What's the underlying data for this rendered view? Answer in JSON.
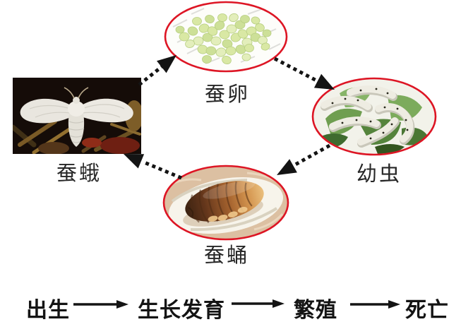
{
  "diagram": {
    "stages": [
      {
        "id": "eggs",
        "label": "蚕卵"
      },
      {
        "id": "larva",
        "label": "幼虫"
      },
      {
        "id": "pupa",
        "label": "蚕蛹"
      },
      {
        "id": "moth",
        "label": "蚕蛾"
      }
    ],
    "cycle_order": [
      "蚕蛾",
      "蚕卵",
      "幼虫",
      "蚕蛹"
    ]
  },
  "flow": {
    "steps": [
      {
        "label": "出生"
      },
      {
        "label": "生长发育"
      },
      {
        "label": "繁殖"
      },
      {
        "label": "死亡"
      }
    ]
  },
  "colors": {
    "accent_red": "#dd1524",
    "arrow_black": "#141414",
    "egg_green": "#d9e8a4",
    "leaf_green": "#55843c",
    "pupa_brown": "#a4622e",
    "background": "#ffffff",
    "text": "#272727"
  }
}
